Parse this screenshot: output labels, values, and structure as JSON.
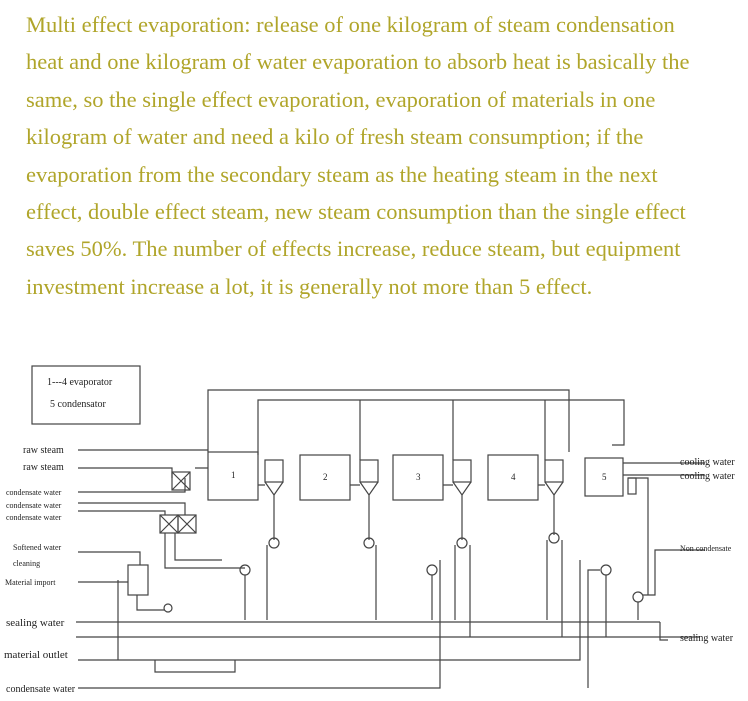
{
  "paragraph": [
    "Multi effect evaporation: release of one kilogram of steam condensation",
    "heat and one kilogram of water evaporation to absorb heat is basically the",
    "same, so the single effect evaporation, evaporation of materials in one",
    "kilogram of water and need a kilo of fresh steam consumption; if the",
    "evaporation from the secondary steam as the heating steam in the next",
    "effect, double effect steam, new steam consumption than the single effect",
    "saves 50%. The number of effects increase, reduce steam, but equipment",
    "investment increase a lot, it is generally not more than 5 effect."
  ],
  "diagram": {
    "legend": [
      "1---4  evaporator",
      "5 condensator"
    ],
    "units": [
      "1",
      "2",
      "3",
      "4",
      "5"
    ],
    "left_labels": [
      "raw steam",
      "raw steam",
      "condensate water",
      "condensate water",
      "condensate water",
      "Softened water",
      "cleaning",
      "Material import",
      "sealing water",
      "material outlet",
      "condensate water"
    ],
    "right_labels": [
      "cooling water",
      "cooling water",
      "Non condensate",
      "sealing water"
    ]
  }
}
